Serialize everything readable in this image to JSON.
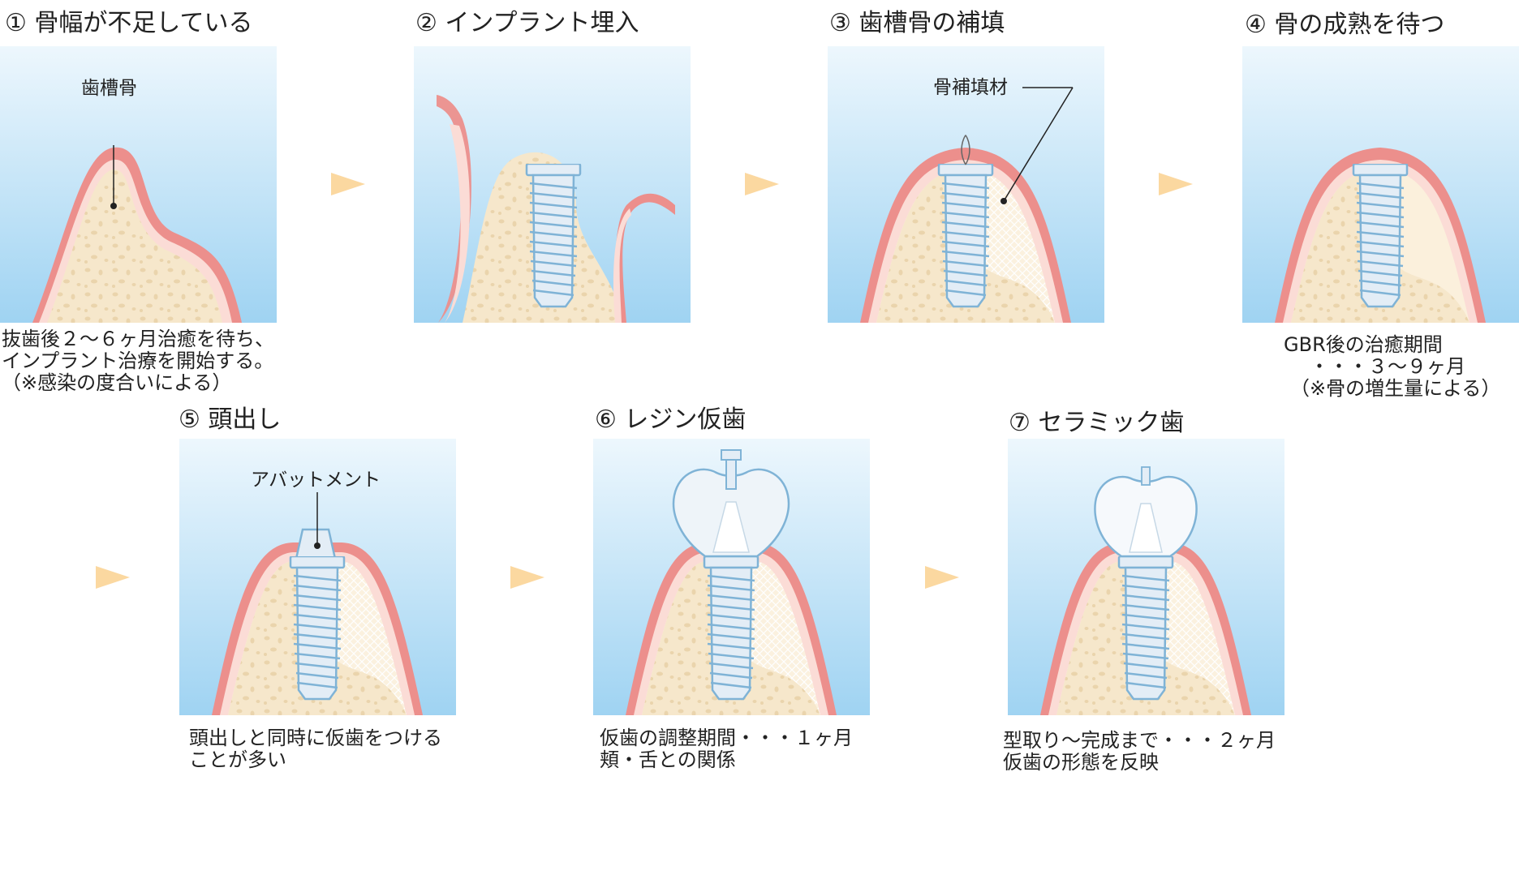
{
  "steps": [
    {
      "title": "① 骨幅が不足している",
      "label": "歯槽骨",
      "caption": [
        "抜歯後２〜６ヶ月治癒を待ち、",
        "インプラント治療を開始する。",
        "（※感染の度合いによる）"
      ]
    },
    {
      "title": "② インプラント埋入"
    },
    {
      "title": "③ 歯槽骨の補填",
      "label": "骨補填材"
    },
    {
      "title": "④ 骨の成熟を待つ",
      "caption": [
        "GBR後の治癒期間",
        "・・・３〜９ヶ月",
        "（※骨の増生量による）"
      ]
    },
    {
      "title": "⑤ 頭出し",
      "label": "アバットメント",
      "caption": [
        "頭出しと同時に仮歯をつける",
        "ことが多い"
      ]
    },
    {
      "title": "⑥ レジン仮歯",
      "caption": [
        "仮歯の調整期間・・・１ヶ月",
        "頬・舌との関係"
      ]
    },
    {
      "title": "⑦ セラミック歯",
      "caption": [
        "型取り〜完成まで・・・２ヶ月",
        "仮歯の形態を反映"
      ]
    }
  ],
  "colors": {
    "sky_top": "#eaf5fc",
    "sky_bottom": "#9fd3f2",
    "gum": "#ec8f8c",
    "gum_light": "#fbdcd6",
    "bone": "#f6e7cb",
    "bone_dot": "#e9d3ab",
    "implant": "#dfeaf3",
    "implant_stroke": "#7fb3d6",
    "arrow": "#fbd8a0"
  }
}
